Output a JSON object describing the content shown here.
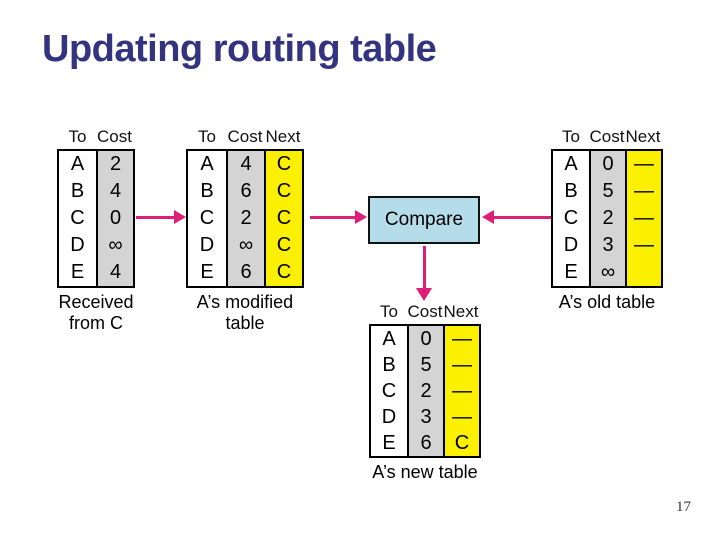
{
  "title": "Updating routing table",
  "page_number": "17",
  "compare": {
    "label": "Compare"
  },
  "colors": {
    "title_text": "#333380",
    "arrow_pink": "#dd1f77",
    "compare_fill": "#b5dce9",
    "cost_column_gray": "#d4d4d4",
    "next_column_yellow": "#fbf000",
    "border_black": "#000000",
    "background": "#ffffff"
  },
  "tables": {
    "received": {
      "headers": [
        "To",
        "Cost"
      ],
      "rows": [
        [
          "A",
          "2"
        ],
        [
          "B",
          "4"
        ],
        [
          "C",
          "0"
        ],
        [
          "D",
          "∞"
        ],
        [
          "E",
          "4"
        ]
      ],
      "caption_line1": "Received",
      "caption_line2": "from C"
    },
    "modified": {
      "headers": [
        "To",
        "Cost",
        "Next"
      ],
      "rows": [
        [
          "A",
          "4",
          "C"
        ],
        [
          "B",
          "6",
          "C"
        ],
        [
          "C",
          "2",
          "C"
        ],
        [
          "D",
          "∞",
          "C"
        ],
        [
          "E",
          "6",
          "C"
        ]
      ],
      "caption_line1": "A’s modified",
      "caption_line2": "table"
    },
    "old": {
      "headers": [
        "To",
        "Cost",
        "Next"
      ],
      "rows": [
        [
          "A",
          "0",
          "—"
        ],
        [
          "B",
          "5",
          "—"
        ],
        [
          "C",
          "2",
          "—"
        ],
        [
          "D",
          "3",
          "—"
        ],
        [
          "E",
          "∞",
          ""
        ]
      ],
      "caption_line1": "A’s old table"
    },
    "new": {
      "headers": [
        "To",
        "Cost",
        "Next"
      ],
      "rows": [
        [
          "A",
          "0",
          "—"
        ],
        [
          "B",
          "5",
          "—"
        ],
        [
          "C",
          "2",
          "—"
        ],
        [
          "D",
          "3",
          "—"
        ],
        [
          "E",
          "6",
          "C"
        ]
      ],
      "caption_line1": "A’s new table"
    }
  }
}
